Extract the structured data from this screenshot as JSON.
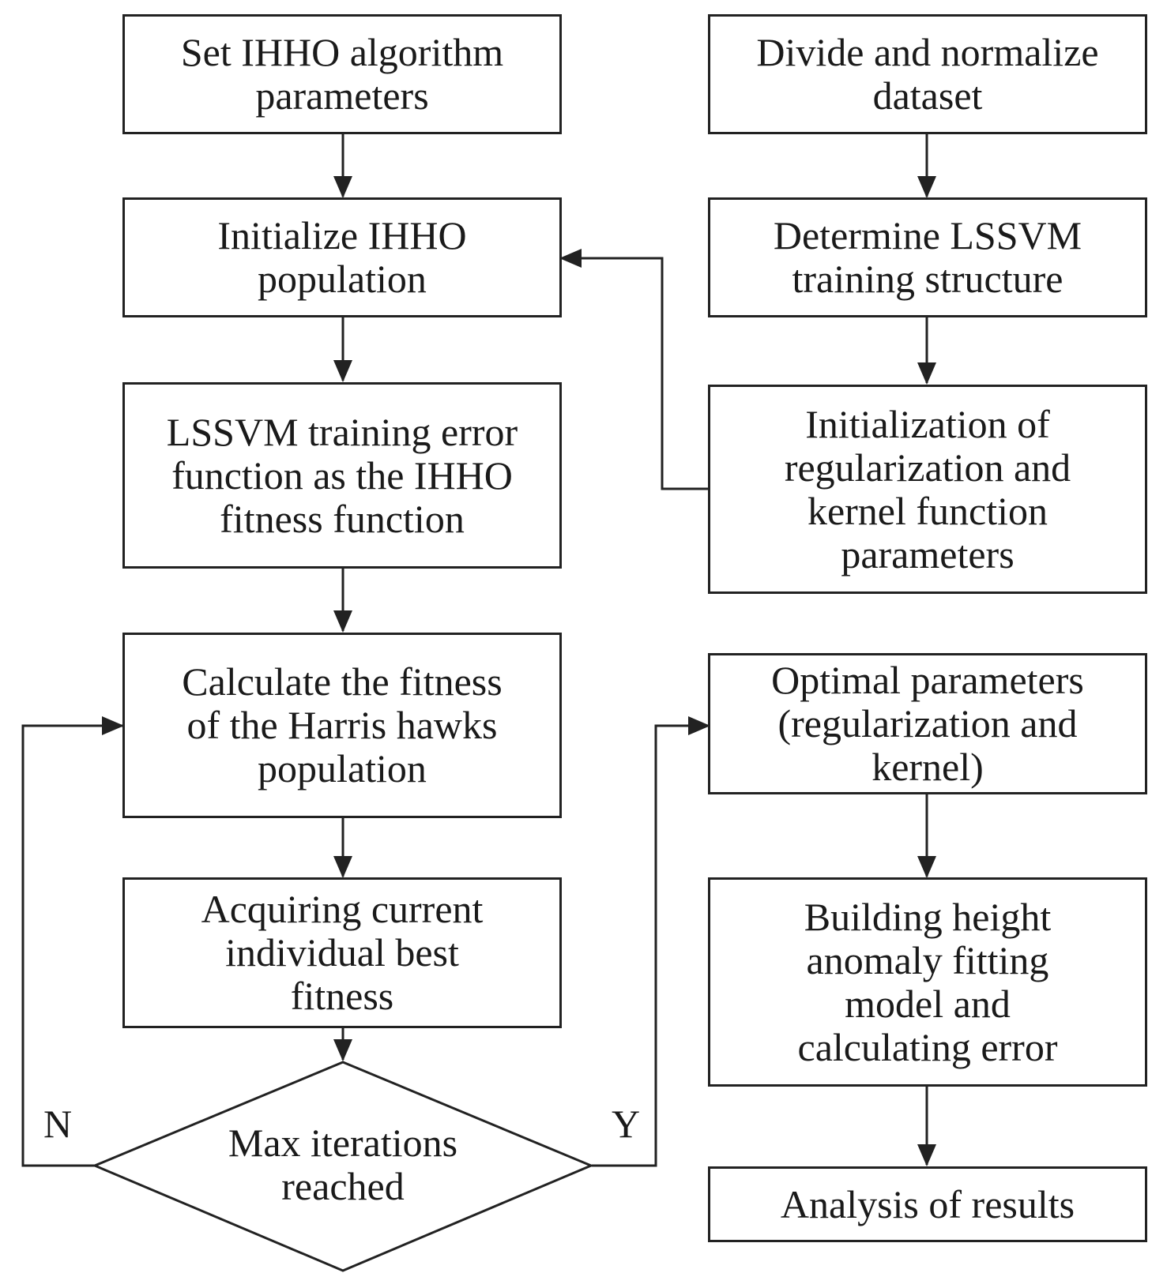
{
  "flowchart": {
    "colors": {
      "stroke": "#222222",
      "text": "#1a1a1a",
      "background": "#ffffff"
    },
    "left_column": {
      "set_params": "Set IHHO algorithm\nparameters",
      "init_population": "Initialize IHHO\npopulation",
      "fitness_function": "LSSVM training error\nfunction as the IHHO\nfitness function",
      "calc_fitness": "Calculate the fitness\nof the Harris hawks\npopulation",
      "best_fitness": "Acquiring current\nindividual best\nfitness",
      "decision": "Max iterations\nreached"
    },
    "right_column": {
      "divide_dataset": "Divide and normalize\ndataset",
      "lssvm_structure": "Determine LSSVM\ntraining structure",
      "init_regularization": "Initialization of\nregularization and\nkernel function\nparameters",
      "optimal_params": "Optimal parameters\n(regularization and\nkernel)",
      "build_model": "Building height\nanomaly fitting\nmodel and\ncalculating error",
      "analysis": "Analysis of results"
    },
    "branches": {
      "no": "N",
      "yes": "Y"
    }
  }
}
